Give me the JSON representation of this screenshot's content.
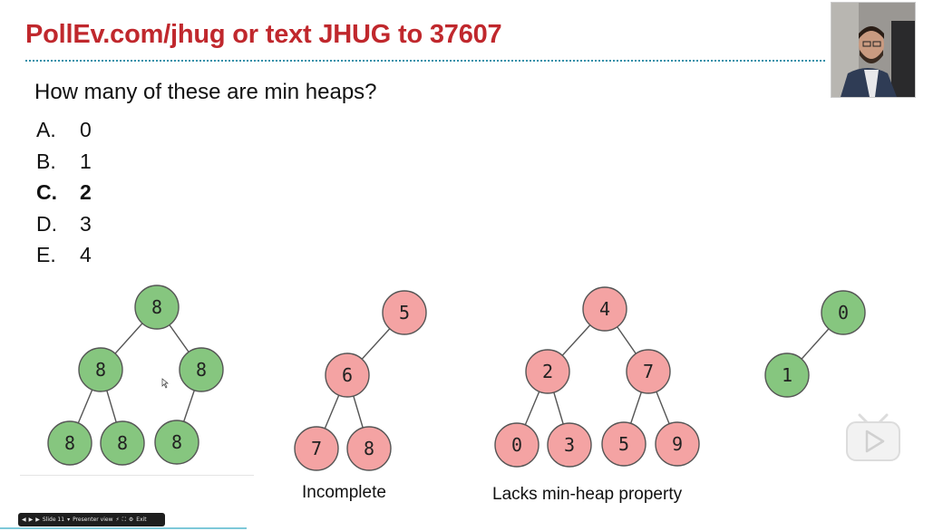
{
  "slide": {
    "title": "PollEv.com/jhug or text JHUG to 37607",
    "question": "How many of these are min heaps?",
    "options": [
      {
        "letter": "A.",
        "value": "0",
        "highlighted": false
      },
      {
        "letter": "B.",
        "value": "1",
        "highlighted": false
      },
      {
        "letter": "C.",
        "value": "2",
        "highlighted": true
      },
      {
        "letter": "D.",
        "value": "3",
        "highlighted": false
      },
      {
        "letter": "E.",
        "value": "4",
        "highlighted": false
      }
    ],
    "colors": {
      "title": "#c0282d",
      "rule": "#2e8fa8",
      "green_node": "#86c67f",
      "red_node": "#f4a3a3",
      "node_border": "#555555"
    }
  },
  "trees": [
    {
      "id": "tree1",
      "color": "green",
      "caption": "",
      "nodes": [
        "8",
        "8",
        "8",
        "8",
        "8",
        "8"
      ]
    },
    {
      "id": "tree2",
      "color": "red",
      "caption": "Incomplete",
      "nodes": [
        "5",
        "6",
        "7",
        "8"
      ]
    },
    {
      "id": "tree3",
      "color": "red",
      "caption": "Lacks min-heap property",
      "nodes": [
        "4",
        "2",
        "7",
        "0",
        "3",
        "5",
        "9"
      ]
    },
    {
      "id": "tree4",
      "color": "green",
      "caption": "",
      "nodes": [
        "0",
        "1"
      ]
    }
  ],
  "presenter_bar": {
    "slide_label": "Slide 11",
    "view_label": "Presenter view",
    "exit_label": "Exit"
  }
}
